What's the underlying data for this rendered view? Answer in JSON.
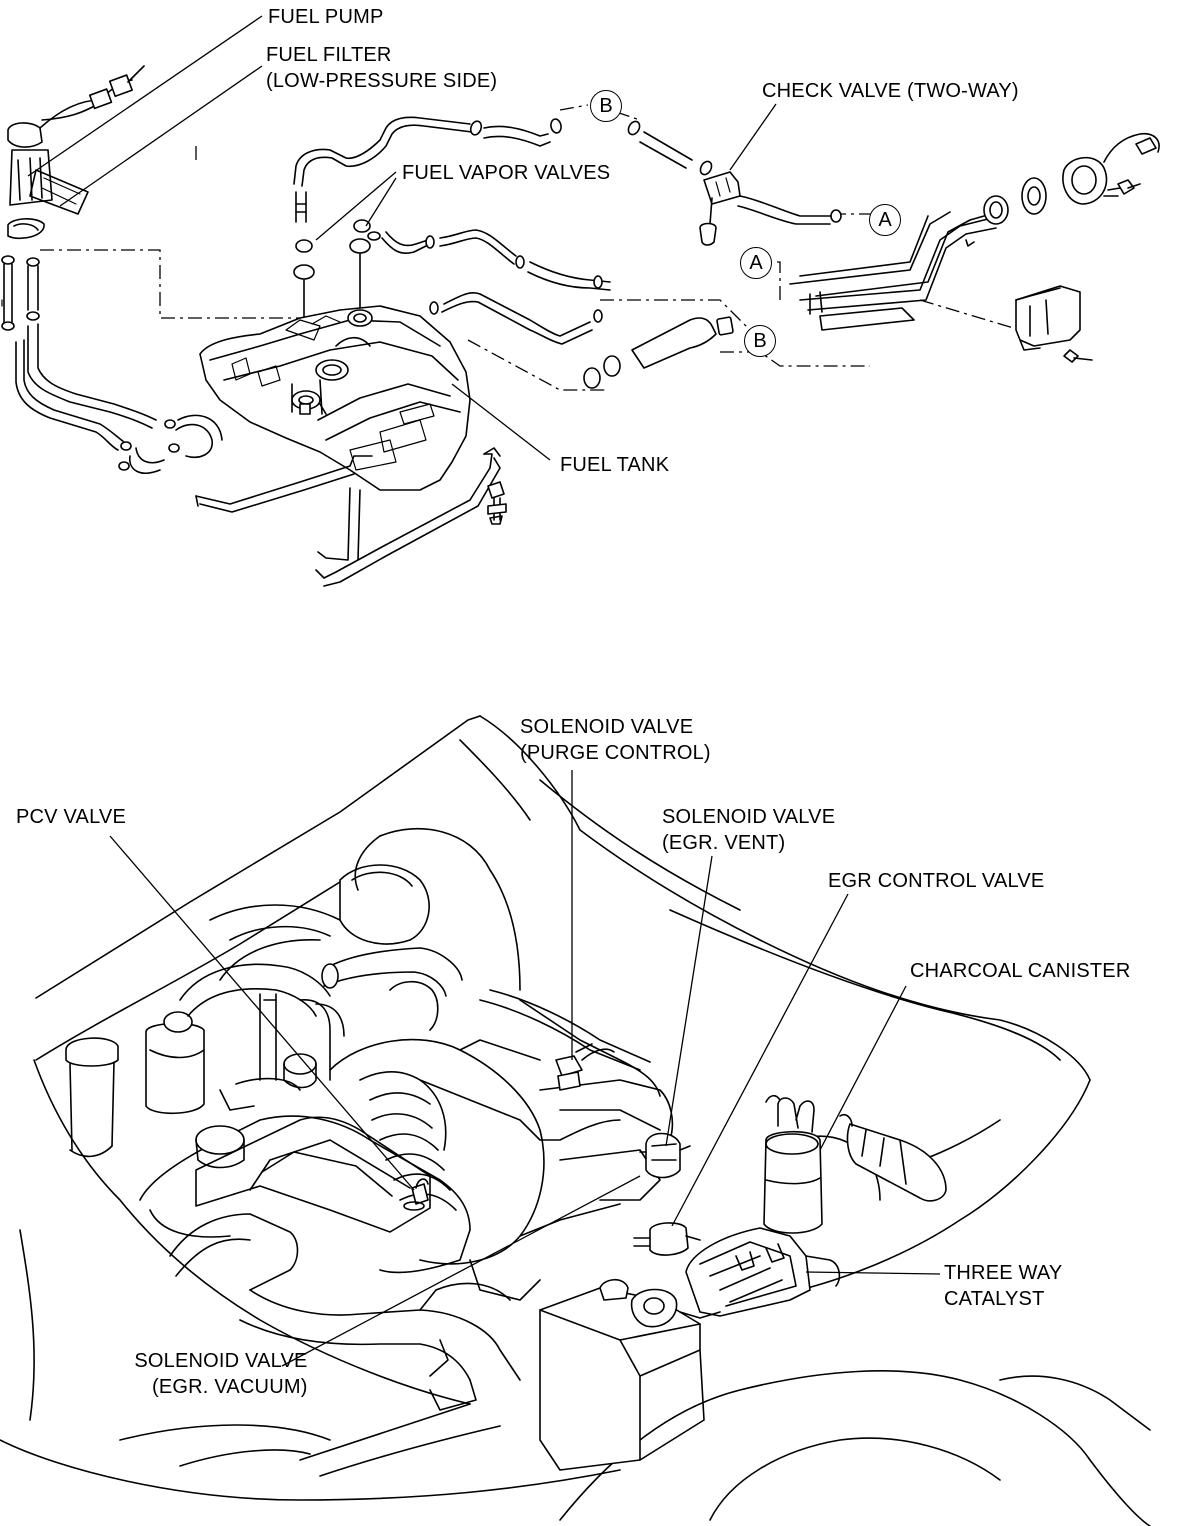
{
  "top_diagram": {
    "labels": {
      "fuel_pump": "FUEL PUMP",
      "fuel_filter_line1": "FUEL FILTER",
      "fuel_filter_line2": "(LOW-PRESSURE SIDE)",
      "fuel_vapor_valves": "FUEL VAPOR VALVES",
      "check_valve": "CHECK VALVE (TWO-WAY)",
      "fuel_tank": "FUEL TANK"
    },
    "callouts": {
      "b_top": "B",
      "a_right": "A",
      "a_left": "A",
      "b_bottom": "B"
    }
  },
  "bottom_diagram": {
    "labels": {
      "solenoid_purge_line1": "SOLENOID VALVE",
      "solenoid_purge_line2": "(PURGE CONTROL)",
      "pcv_valve": "PCV VALVE",
      "solenoid_vent_line1": "SOLENOID VALVE",
      "solenoid_vent_line2": "(EGR. VENT)",
      "egr_control_valve": "EGR CONTROL VALVE",
      "charcoal_canister": "CHARCOAL CANISTER",
      "three_way_catalyst_line1": "THREE WAY",
      "three_way_catalyst_line2": "CATALYST",
      "solenoid_vacuum_line1": "SOLENOID VALVE",
      "solenoid_vacuum_line2": "(EGR. VACUUM)"
    }
  },
  "colors": {
    "ink": "#000000",
    "paper": "#ffffff"
  }
}
